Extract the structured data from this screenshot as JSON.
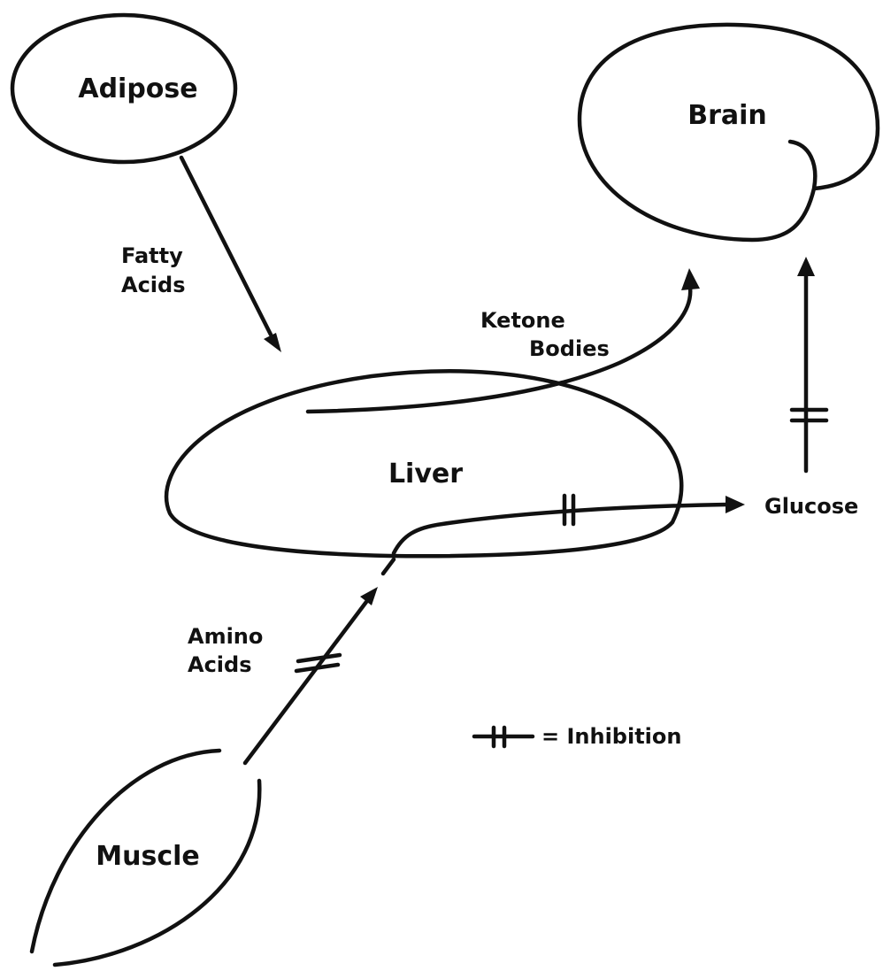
{
  "organs": {
    "adipose": "Adipose",
    "brain": "Brain",
    "liver": "Liver",
    "muscle": "Muscle"
  },
  "flows": {
    "fatty_acids": [
      "Fatty",
      "Acids"
    ],
    "ketone_bodies": [
      "Ketone",
      "Bodies"
    ],
    "amino_acids": [
      "Amino",
      "Acids"
    ],
    "glucose": "Glucose"
  },
  "legend": {
    "inhibition_label": "= Inhibition"
  },
  "colors": {
    "ink": "#111111",
    "background": "#ffffff"
  }
}
